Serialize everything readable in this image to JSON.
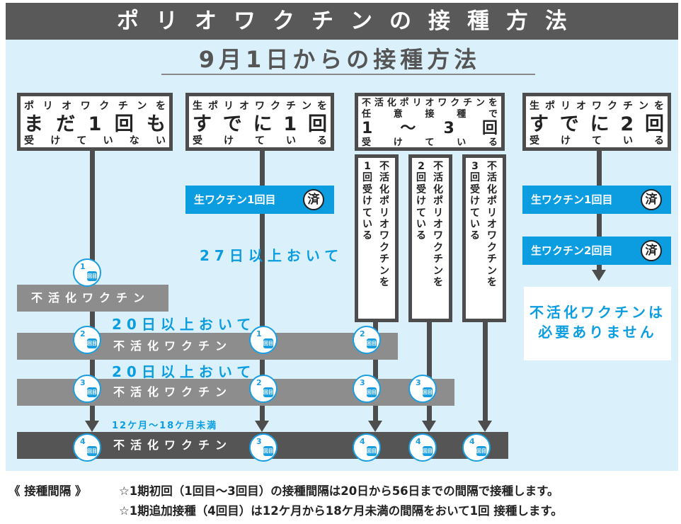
{
  "header": {
    "title": "ポリオワクチンの接種方法"
  },
  "subtitle": "9月1日からの接種方法",
  "categories": [
    {
      "line1": "ポリオワクチンを",
      "line2": "まだ1回も",
      "line3": "受けていない"
    },
    {
      "line1": "生ポリオワクチンを",
      "line2": "すでに1回",
      "line3": "受けている"
    },
    {
      "line1": "不活化ポリオワクチンを",
      "line2": "任意接種で",
      "line3": "1～3回",
      "line4": "受けている"
    },
    {
      "line1": "生ポリオワクチンを",
      "line2": "すでに2回",
      "line3": "受けている"
    }
  ],
  "vertical_columns": [
    {
      "count": "1回受けている",
      "text": "不活化ポリオワクチンを"
    },
    {
      "count": "2回受けている",
      "text": "不活化ポリオワクチンを"
    },
    {
      "count": "3回受けている",
      "text": "不活化ポリオワクチンを"
    }
  ],
  "live_vaccine": {
    "dose1": "生ワクチン1回目",
    "dose2": "生ワクチン2回目",
    "seal": "済"
  },
  "interval_27": "27日以上おいて",
  "interval_20": "20日以上おいて",
  "interval_months": "12ケ月～18ケ月未満",
  "inactivated_label": "不活化ワクチン",
  "not_needed": {
    "line1": "不活化ワクチンは",
    "line2": "必要ありません"
  },
  "badge_unit": "回目",
  "dose_badges": [
    "1",
    "2",
    "3",
    "4"
  ],
  "notes": {
    "label": "《 接種間隔 》",
    "line1": "☆1期初回（1回目～3回目）の接種間隔は20日から56日までの間隔で接種します。",
    "line2": "☆1期追加接種（4回目）は12ケ月から18ケ月未満の間隔をおいて1回 接種します。"
  },
  "colors": {
    "accent": "#0b9de0",
    "dark": "#4d4d4d",
    "band": "#8d8d8d",
    "panel": "#daf0fb"
  }
}
